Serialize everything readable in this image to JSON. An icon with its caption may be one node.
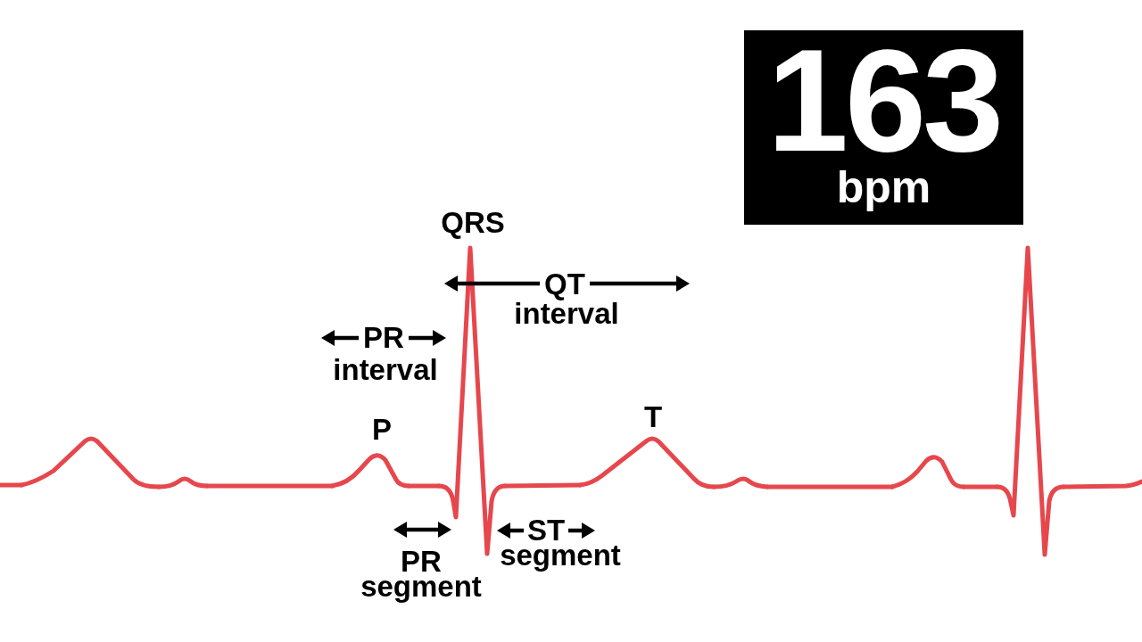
{
  "diagram": {
    "nodes": [
      {
        "text": [
          "163",
          "bpm"
        ]
      }
    ],
    "labels": [
      "QRS",
      "QT",
      "interval",
      "PR",
      "interval",
      "P",
      "T",
      "PR segment",
      "ST",
      "segment"
    ]
  }
}
